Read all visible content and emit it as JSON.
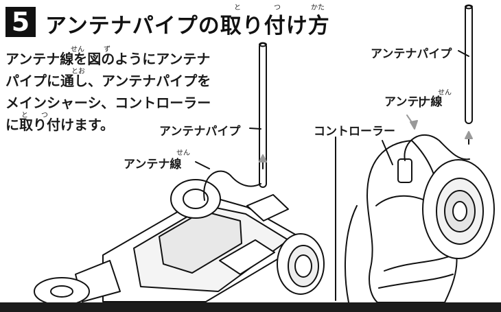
{
  "header": {
    "step_number": "5",
    "title": "アンテナパイプの取り付け方",
    "ruby": {
      "to": "と",
      "tsu": "つ",
      "kata": "かた"
    }
  },
  "instructions": {
    "text": "アンテナ線を図のようにアンテナ\nパイプに通し、アンテナパイプを\nメインシャーシ、コントローラー\nに取り付けます。",
    "ruby": {
      "sen": "せん",
      "zu": "ず",
      "too": "とお",
      "to": "と",
      "tsu": "つ"
    }
  },
  "car_diagram": {
    "antenna_pipe_label": "アンテナパイプ",
    "antenna_wire_label": "アンテナ線",
    "wire_ruby": "せん"
  },
  "controller_diagram": {
    "antenna_pipe_label": "アンテナパイプ",
    "antenna_wire_label": "アンテナ線",
    "wire_ruby": "せん",
    "controller_label": "コントローラー"
  },
  "colors": {
    "ink": "#111111",
    "bar": "#1c1c1c",
    "paper": "#ffffff"
  }
}
